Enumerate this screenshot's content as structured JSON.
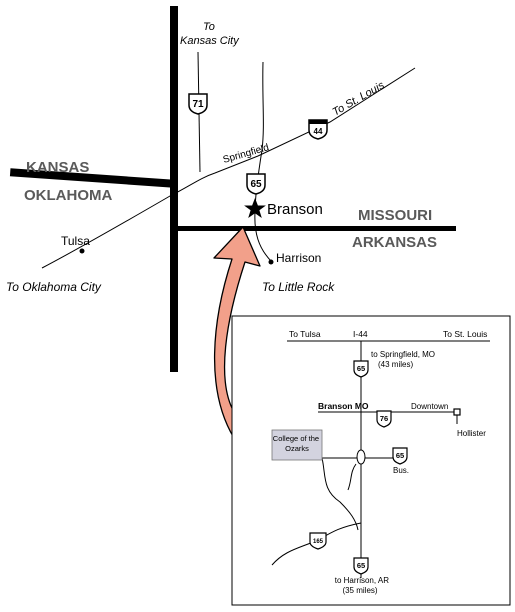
{
  "regional_map": {
    "destinations": {
      "kansas_city": [
        "To",
        "Kansas City"
      ],
      "st_louis": "To St. Louis",
      "oklahoma_city": "To Oklahoma City",
      "little_rock": "To Little Rock"
    },
    "cities": {
      "springfield": "Springfield",
      "branson": "Branson",
      "tulsa": "Tulsa",
      "harrison": "Harrison"
    },
    "states": {
      "kansas": "KANSAS",
      "oklahoma": "OKLAHOMA",
      "missouri": "MISSOURI",
      "arkansas": "ARKANSAS"
    },
    "shields": {
      "us71": "71",
      "i44": "44",
      "us65": "65"
    }
  },
  "inset_map": {
    "to_tulsa": "To Tulsa",
    "i44": "I-44",
    "to_st_louis": "To St. Louis",
    "to_springfield": [
      "to Springfield, MO",
      "(43 miles)"
    ],
    "branson_mo": "Branson MO",
    "downtown": "Downtown",
    "hollister": "Hollister",
    "college": [
      "College of the",
      "Ozarks"
    ],
    "bus": "Bus.",
    "to_harrison": [
      "to Harrison, AR",
      "(35 miles)"
    ],
    "shields": {
      "us65_north": "65",
      "us76": "76",
      "us65_bus": "65",
      "us165": "165",
      "us65_south": "65"
    }
  },
  "colors": {
    "arrow_fill": "#f2a08a",
    "arrow_outline": "#000000",
    "college_box": "#d3d3df",
    "state_label": "#5a5a5a"
  }
}
